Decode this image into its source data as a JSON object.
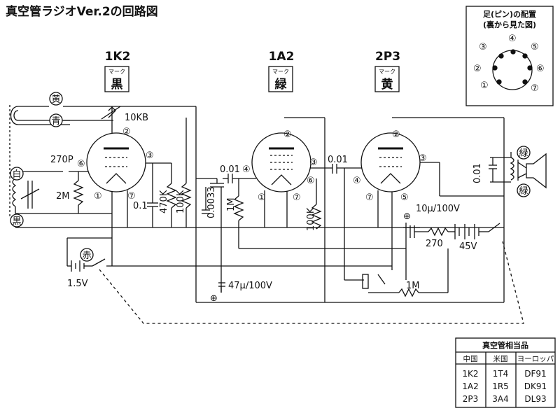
{
  "title": "真空管ラジオVer.2の回路図",
  "tubes": [
    {
      "name": "1K2",
      "mark_caption": "マーク",
      "mark_color": "黒"
    },
    {
      "name": "1A2",
      "mark_caption": "マーク",
      "mark_color": "緑"
    },
    {
      "name": "2P3",
      "mark_caption": "マーク",
      "mark_color": "黄"
    }
  ],
  "wire_labels": {
    "yellow": "黄",
    "blue": "青",
    "white": "白",
    "black": "黒",
    "red": "赤",
    "green_top": "緑",
    "green_bottom": "緑"
  },
  "components": {
    "vr": "10KB",
    "c_270p": "270P",
    "r_2m": "2M",
    "c_0_1": "0.1",
    "r_470k": "470K",
    "r_100k_a": "100K",
    "c_0_0033": "0.0033",
    "c_0_01_a": "0.01",
    "r_1m_a": "1M",
    "r_100k_b": "100K",
    "c_0_01_b": "0.01",
    "c_0_01_c": "0.01",
    "c_10u": "10μ/100V",
    "r_270": "270",
    "bat_45v": "45V",
    "bat_1_5v": "1.5V",
    "c_47u": "47μ/100V",
    "r_1m_b": "1M",
    "plus": "⊕"
  },
  "pin_labels": {
    "p1": "①",
    "p2": "②",
    "p3": "③",
    "p4": "④",
    "p5": "⑤",
    "p6": "⑥",
    "p7": "⑦"
  },
  "pinout_box": {
    "title_line1": "足(ピン)の配置",
    "title_line2": "(裏から見た図)",
    "pins": [
      "①",
      "②",
      "③",
      "④",
      "⑤",
      "⑥",
      "⑦"
    ]
  },
  "equiv_table": {
    "title": "真空管相当品",
    "headers": [
      "中国",
      "米国",
      "ヨーロッパ"
    ],
    "rows": [
      [
        "1K2",
        "1T4",
        "DF91"
      ],
      [
        "1A2",
        "1R5",
        "DK91"
      ],
      [
        "2P3",
        "3A4",
        "DL93"
      ]
    ]
  }
}
